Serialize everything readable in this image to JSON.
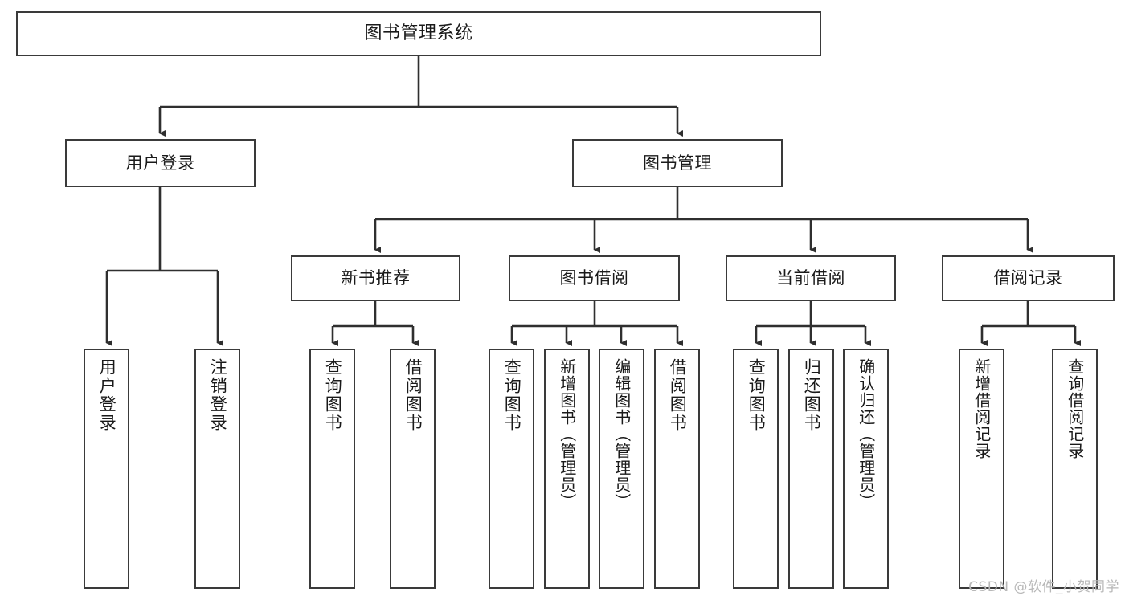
{
  "diagram": {
    "title": "图书管理系统",
    "type": "hierarchy-tree",
    "watermark": "CSDN @软件_小贺同学",
    "colors": {
      "box_border": "#3a3a3a",
      "box_fill": "#ffffff",
      "connector": "#2f2f2f",
      "text": "#1a1a1a",
      "watermark": "#b8b8b8"
    },
    "levels": {
      "root": "图书管理系统",
      "level1": [
        "用户登录",
        "图书管理"
      ],
      "level2": [
        "新书推荐",
        "图书借阅",
        "当前借阅",
        "借阅记录"
      ],
      "level3_orientation": "vertical"
    },
    "nodes": {
      "root": {
        "label": "图书管理系统"
      },
      "user_login": {
        "label": "用户登录"
      },
      "book_manage": {
        "label": "图书管理"
      },
      "new_book_rec": {
        "label": "新书推荐"
      },
      "book_borrow": {
        "label": "图书借阅"
      },
      "current_borrow": {
        "label": "当前借阅"
      },
      "borrow_record": {
        "label": "借阅记录"
      },
      "leaf_user_login": {
        "label": "用户登录"
      },
      "leaf_logout": {
        "label": "注销登录"
      },
      "leaf_query_book_1": {
        "label": "查询图书"
      },
      "leaf_borrow_book_1": {
        "label": "借阅图书"
      },
      "leaf_query_book_2": {
        "label": "查询图书"
      },
      "leaf_add_book": {
        "label": "新增图书（管理员）"
      },
      "leaf_edit_book": {
        "label": "编辑图书（管理员）"
      },
      "leaf_borrow_book_2": {
        "label": "借阅图书"
      },
      "leaf_query_book_3": {
        "label": "查询图书"
      },
      "leaf_return_book": {
        "label": "归还图书"
      },
      "leaf_confirm_return": {
        "label": "确认归还（管理员）"
      },
      "leaf_add_record": {
        "label": "新增借阅记录"
      },
      "leaf_query_record": {
        "label": "查询借阅记录"
      }
    },
    "edges": [
      {
        "from": "root",
        "to": "user_login"
      },
      {
        "from": "root",
        "to": "book_manage"
      },
      {
        "from": "user_login",
        "to": "leaf_user_login"
      },
      {
        "from": "user_login",
        "to": "leaf_logout"
      },
      {
        "from": "book_manage",
        "to": "new_book_rec"
      },
      {
        "from": "book_manage",
        "to": "book_borrow"
      },
      {
        "from": "book_manage",
        "to": "current_borrow"
      },
      {
        "from": "book_manage",
        "to": "borrow_record"
      },
      {
        "from": "new_book_rec",
        "to": "leaf_query_book_1"
      },
      {
        "from": "new_book_rec",
        "to": "leaf_borrow_book_1"
      },
      {
        "from": "book_borrow",
        "to": "leaf_query_book_2"
      },
      {
        "from": "book_borrow",
        "to": "leaf_add_book"
      },
      {
        "from": "book_borrow",
        "to": "leaf_edit_book"
      },
      {
        "from": "book_borrow",
        "to": "leaf_borrow_book_2"
      },
      {
        "from": "current_borrow",
        "to": "leaf_query_book_3"
      },
      {
        "from": "current_borrow",
        "to": "leaf_return_book"
      },
      {
        "from": "current_borrow",
        "to": "leaf_confirm_return"
      },
      {
        "from": "borrow_record",
        "to": "leaf_add_record"
      },
      {
        "from": "borrow_record",
        "to": "leaf_query_record"
      }
    ]
  }
}
